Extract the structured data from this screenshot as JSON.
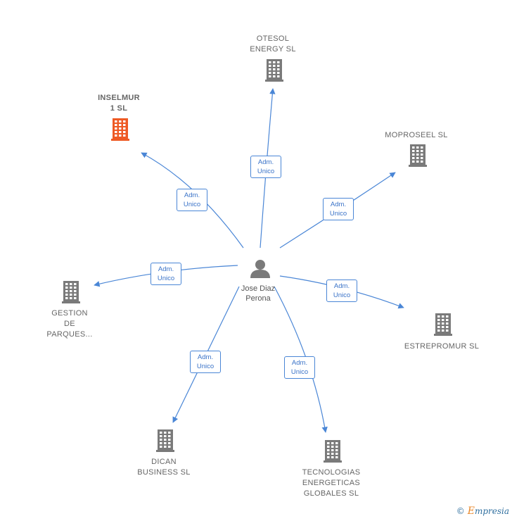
{
  "center": {
    "label": "Jose Diaz\nPerona",
    "icon": "person-icon"
  },
  "role_label": "Adm.\nUnico",
  "nodes": [
    {
      "id": "otesol",
      "label": "OTESOL\nENERGY  SL",
      "highlight": false
    },
    {
      "id": "inselmur",
      "label": "INSELMUR\n1  SL",
      "highlight": true
    },
    {
      "id": "moproseel",
      "label": "MOPROSEEL SL",
      "highlight": false
    },
    {
      "id": "gestion",
      "label": "GESTION\nDE\nPARQUES...",
      "highlight": false
    },
    {
      "id": "estrepromur",
      "label": "ESTREPROMUR SL",
      "highlight": false
    },
    {
      "id": "dican",
      "label": "DICAN\nBUSINESS  SL",
      "highlight": false
    },
    {
      "id": "tecnologias",
      "label": "TECNOLOGIAS\nENERGETICAS\nGLOBALES SL",
      "highlight": false
    }
  ],
  "colors": {
    "edge": "#4a86d6",
    "building": "#7a7a7a",
    "building_highlight": "#ee5a24",
    "person": "#7a7a7a"
  },
  "footer": {
    "symbol": "©",
    "brand_initial": "E",
    "brand_rest": "mpresia"
  }
}
